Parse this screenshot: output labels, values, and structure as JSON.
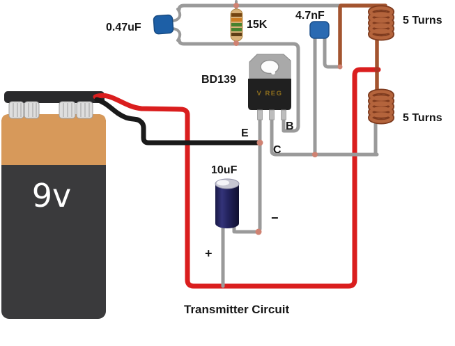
{
  "title": "Transmitter Circuit",
  "battery": {
    "voltage": "9v"
  },
  "components": {
    "c1": {
      "value": "0.47uF",
      "type": "ceramic-capacitor"
    },
    "r1": {
      "value": "15K",
      "type": "resistor"
    },
    "c2": {
      "value": "4.7nF",
      "type": "ceramic-capacitor"
    },
    "l1": {
      "value": "5 Turns",
      "type": "coil"
    },
    "l2": {
      "value": "5 Turns",
      "type": "coil"
    },
    "q1": {
      "part": "BD139",
      "marking": "V REG",
      "pin_e": "E",
      "pin_b": "B",
      "pin_c": "C",
      "type": "transistor"
    },
    "c3": {
      "value": "10uF",
      "plus": "+",
      "minus": "−",
      "type": "electrolytic-capacitor"
    }
  },
  "colors": {
    "positive_wire": "#da1e1e",
    "negative_wire": "#1a1a1a",
    "signal_wire": "#9a9a9a",
    "coil_copper": "#a3542f",
    "battery_orange": "#d7995a"
  }
}
